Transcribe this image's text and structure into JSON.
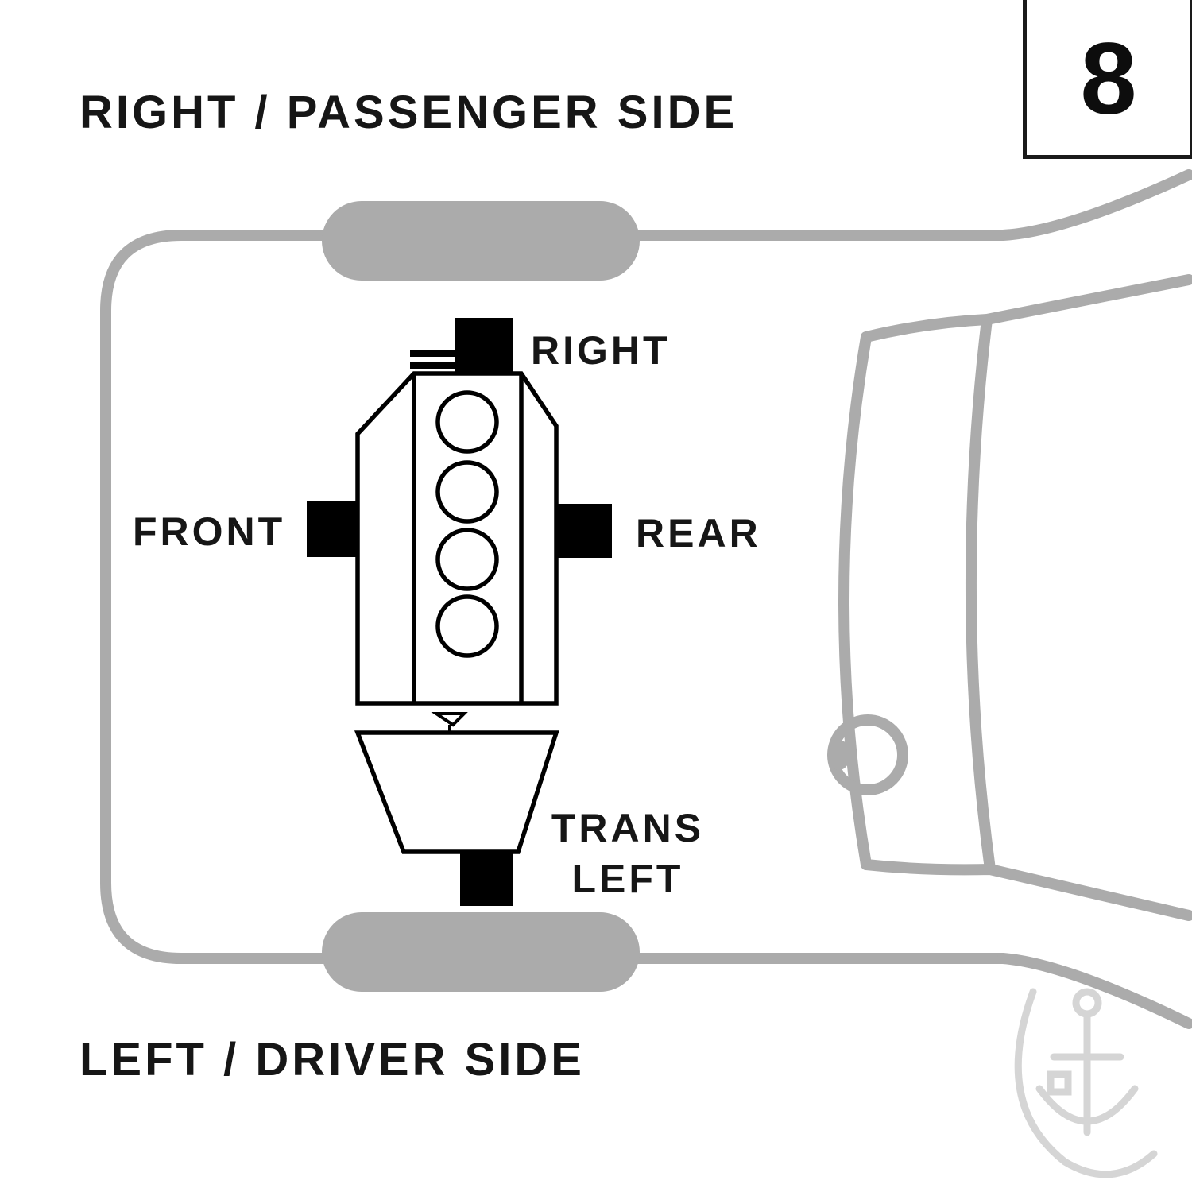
{
  "page": {
    "background": "#ffffff",
    "description": "Engine and transmission mount location diagram, vehicle top view"
  },
  "labels": {
    "top_title": "RIGHT / PASSENGER SIDE",
    "bottom_title": "LEFT / DRIVER SIDE",
    "figure_number": "8",
    "mount_right": "RIGHT",
    "mount_front": "FRONT",
    "mount_rear": "REAR",
    "mount_trans_line1": "TRANS",
    "mount_trans_line2": "LEFT"
  },
  "colors": {
    "car_outline": "#ababab",
    "wheel_fill": "#ababab",
    "engine_outline": "#000000",
    "mount_fill": "#000000",
    "text": "#161616",
    "watermark": "#c7c7c7"
  },
  "icons": [
    {
      "name": "anchor-watermark",
      "meaning": "brand watermark anchor logo"
    },
    {
      "name": "funnel-icon",
      "meaning": "transmission fill point marker"
    }
  ]
}
